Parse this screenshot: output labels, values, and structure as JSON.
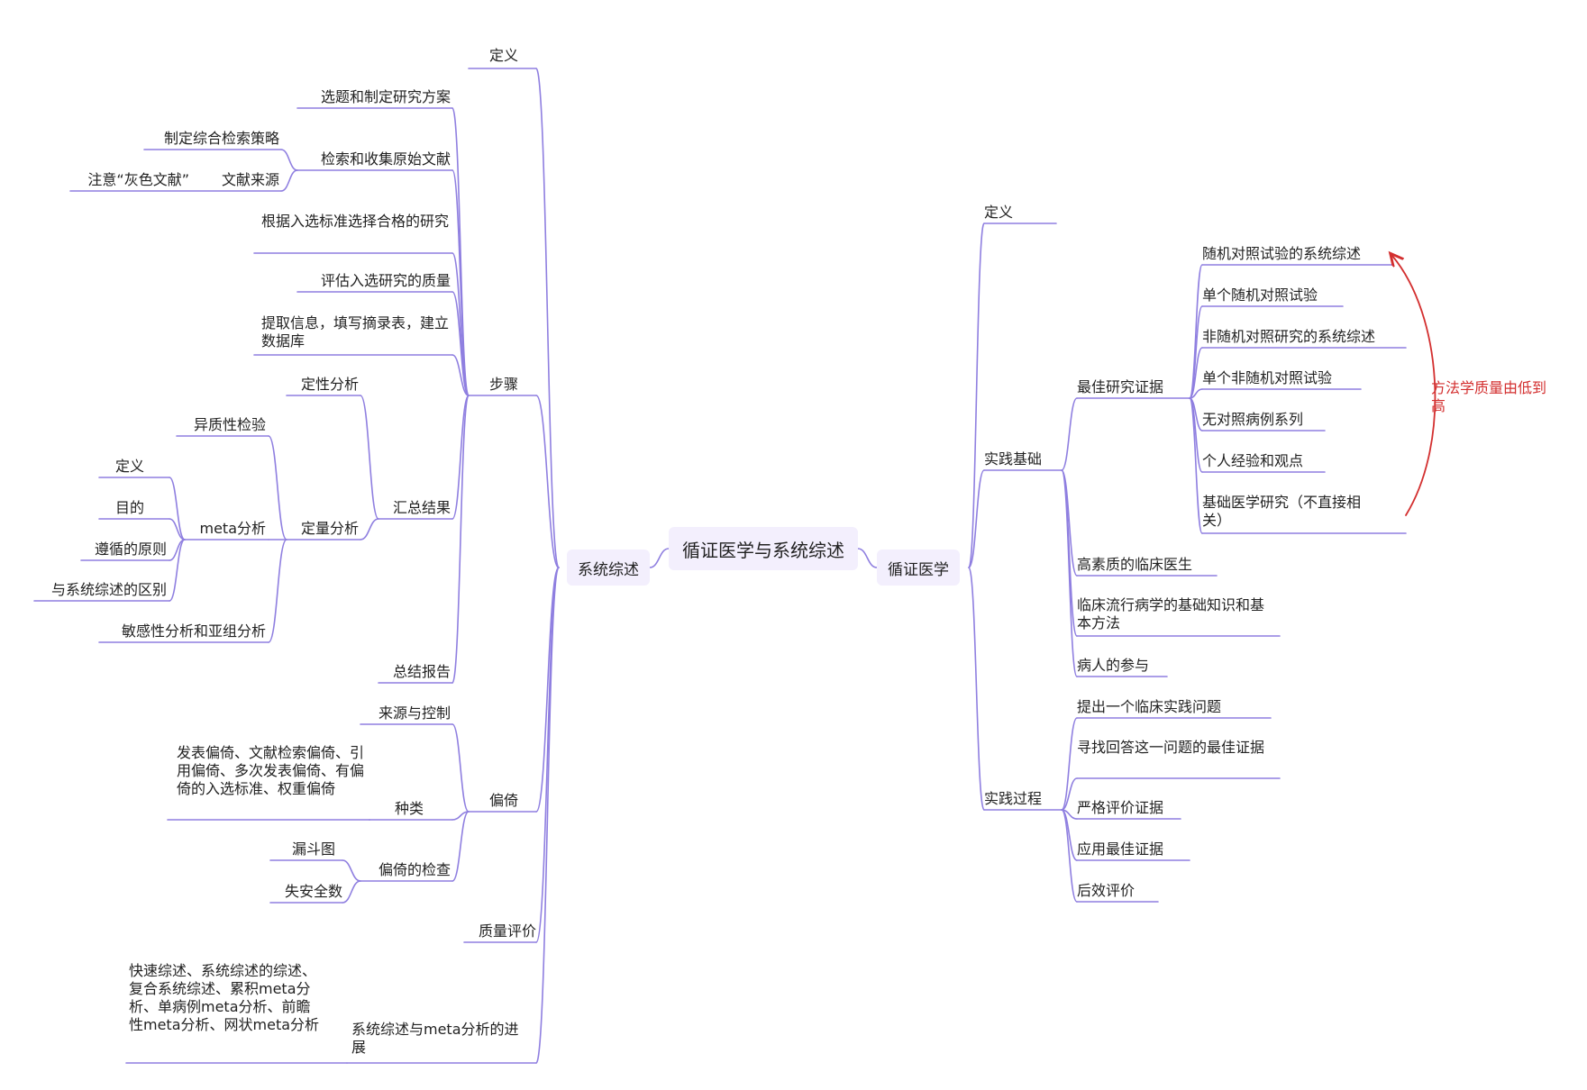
{
  "root": "循证医学与系统综述",
  "colors": {
    "line": "#8f7fe0",
    "box": "#f3effd",
    "note": "#d32f2f"
  },
  "left": {
    "title": "系统综述",
    "definition": "定义",
    "steps": {
      "title": "步骤",
      "s1": "选题和制定研究方案",
      "s2": "检索和收集原始文献",
      "s2a": "制定综合检索策略",
      "s2b": "文献来源",
      "s2b1": "注意“灰色文献”",
      "s3": "根据入选标准选择合格的研究",
      "s4": "评估入选研究的质量",
      "s5": "提取信息，填写摘录表，建立数据库",
      "s6": "汇总结果",
      "s6a": "定性分析",
      "s6b": "定量分析",
      "s6b1": "异质性检验",
      "s6b2": "meta分析",
      "s6b2a": "定义",
      "s6b2b": "目的",
      "s6b2c": "遵循的原则",
      "s6b2d": "与系统综述的区别",
      "s6b3": "敏感性分析和亚组分析",
      "s7": "总结报告"
    },
    "bias": {
      "title": "偏倚",
      "b1": "来源与控制",
      "b2": "种类",
      "b2a": "发表偏倚、文献检索偏倚、引用偏倚、多次发表偏倚、有偏倚的入选标准、权重偏倚",
      "b3": "偏倚的检查",
      "b3a": "漏斗图",
      "b3b": "失安全数"
    },
    "quality": "质量评价",
    "progress": {
      "title": "系统综述与meta分析的进展",
      "detail": "快速综述、系统综述的综述、复合系统综述、累积meta分析、单病例meta分析、前瞻性meta分析、网状meta分析"
    }
  },
  "right": {
    "title": "循证医学",
    "definition": "定义",
    "basis": {
      "title": "实践基础",
      "best": "最佳研究证据",
      "e1": "随机对照试验的系统综述",
      "e2": "单个随机对照试验",
      "e3": "非随机对照研究的系统综述",
      "e4": "单个非随机对照试验",
      "e5": "无对照病例系列",
      "e6": "个人经验和观点",
      "e7": "基础医学研究（不直接相关）",
      "note": "方法学质量由低到高",
      "doctor": "高素质的临床医生",
      "epi": "临床流行病学的基础知识和基本方法",
      "patient": "病人的参与"
    },
    "process": {
      "title": "实践过程",
      "p1": "提出一个临床实践问题",
      "p2": "寻找回答这一问题的最佳证据",
      "p3": "严格评价证据",
      "p4": "应用最佳证据",
      "p5": "后效评价"
    }
  }
}
